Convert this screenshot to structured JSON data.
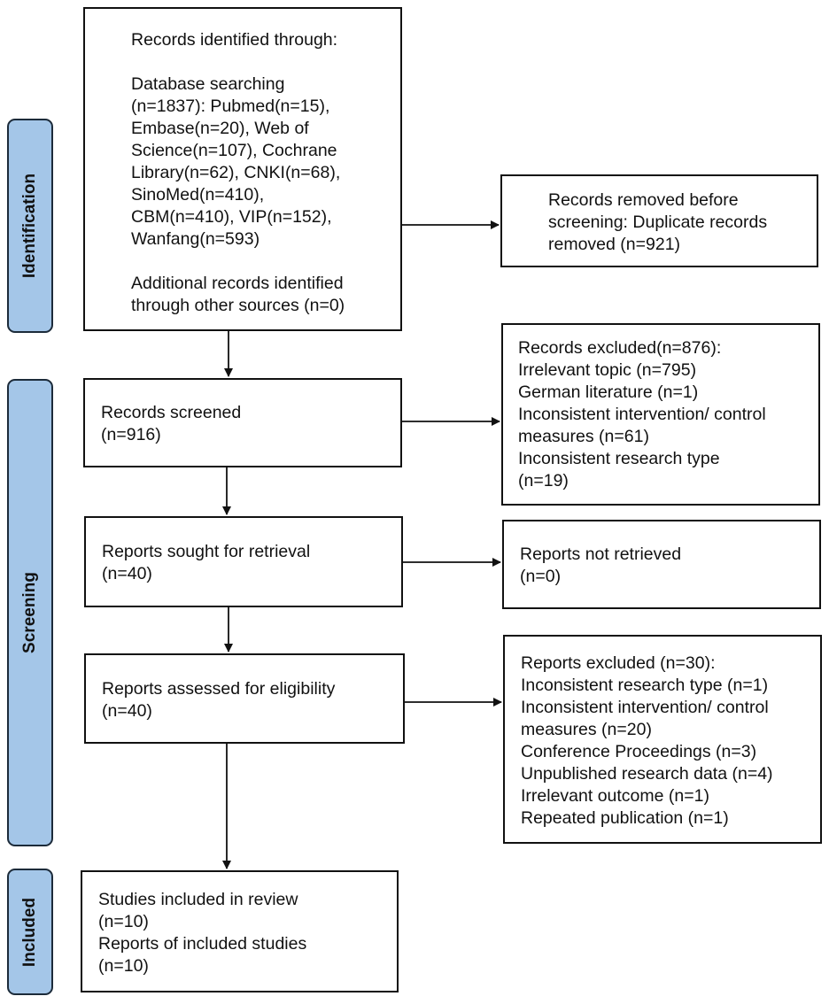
{
  "phases": {
    "identification": "Identification",
    "screening": "Screening",
    "included": "Included"
  },
  "boxes": {
    "records_identified": {
      "heading": "Records identified through:",
      "database_lines": [
        "Database searching",
        "(n=1837): Pubmed(n=15),",
        "Embase(n=20), Web of",
        "Science(n=107), Cochrane",
        "Library(n=62), CNKI(n=68),",
        "SinoMed(n=410),",
        "CBM(n=410), VIP(n=152),",
        "Wanfang(n=593)"
      ],
      "additional_lines": [
        "Additional records identified",
        "through other sources (n=0)"
      ]
    },
    "records_removed": {
      "lines": [
        "Records removed before",
        "screening: Duplicate records",
        "removed (n=921)"
      ]
    },
    "records_screened": {
      "lines": [
        "Records screened",
        "(n=916)"
      ]
    },
    "records_excluded": {
      "lines": [
        "Records excluded(n=876):",
        "Irrelevant topic (n=795)",
        "German literature (n=1)",
        "Inconsistent intervention/ control",
        "measures (n=61)",
        "Inconsistent research type",
        "(n=19)"
      ]
    },
    "reports_sought": {
      "lines": [
        "Reports sought for retrieval",
        "(n=40)"
      ]
    },
    "reports_not_retrieved": {
      "lines": [
        "Reports not retrieved",
        "(n=0)"
      ]
    },
    "reports_assessed": {
      "lines": [
        "Reports assessed for eligibility",
        "(n=40)"
      ]
    },
    "reports_excluded": {
      "lines": [
        "Reports excluded (n=30):",
        "Inconsistent research type (n=1)",
        "Inconsistent intervention/ control",
        "measures (n=20)",
        "Conference Proceedings (n=3)",
        "Unpublished research data (n=4)",
        "Irrelevant outcome (n=1)",
        "Repeated publication (n=1)"
      ]
    },
    "studies_included": {
      "lines": [
        "Studies included in review",
        "(n=10)",
        "Reports of included studies",
        "(n=10)"
      ]
    }
  }
}
